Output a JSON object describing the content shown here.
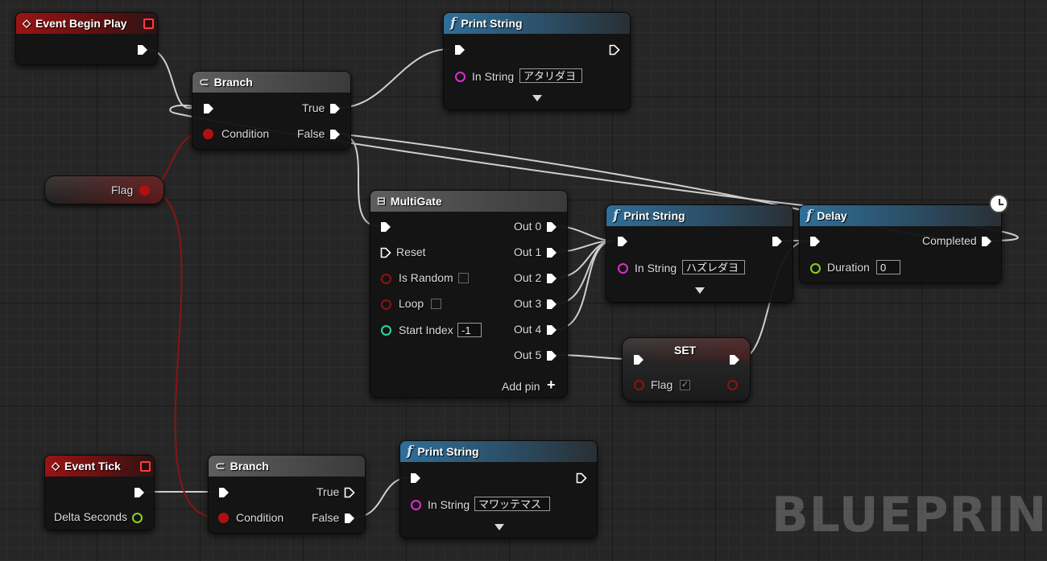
{
  "nodes": {
    "event_begin_play": {
      "title": "Event Begin Play"
    },
    "branch_top": {
      "title": "Branch",
      "true_label": "True",
      "false_label": "False",
      "condition_label": "Condition"
    },
    "print_string_1": {
      "title": "Print String",
      "in_string_label": "In String",
      "in_string_value": "アタリダヨ"
    },
    "flag_get": {
      "label": "Flag"
    },
    "multigate": {
      "title": "MultiGate",
      "inputs": {
        "reset": "Reset",
        "is_random": "Is Random",
        "loop": "Loop",
        "start_index": "Start Index",
        "start_index_value": "-1"
      },
      "outputs": [
        "Out 0",
        "Out 1",
        "Out 2",
        "Out 3",
        "Out 4",
        "Out 5"
      ],
      "add_pin": "Add pin"
    },
    "print_string_2": {
      "title": "Print String",
      "in_string_label": "In String",
      "in_string_value": "ハズレダヨ"
    },
    "delay": {
      "title": "Delay",
      "completed_label": "Completed",
      "duration_label": "Duration",
      "duration_value": "0"
    },
    "set_flag": {
      "title": "SET",
      "flag_label": "Flag",
      "flag_checked": "✓"
    },
    "event_tick": {
      "title": "Event Tick",
      "delta_label": "Delta Seconds"
    },
    "branch_bottom": {
      "title": "Branch",
      "true_label": "True",
      "false_label": "False",
      "condition_label": "Condition"
    },
    "print_string_3": {
      "title": "Print String",
      "in_string_label": "In String",
      "in_string_value": "マワッテマス"
    }
  },
  "watermark": "BLUEPRINT",
  "colors": {
    "event_header": "#9b1414",
    "function_header": "#2f6f99",
    "macro_header": "#5e5e5e",
    "bool_pin": "#b01010",
    "string_pin": "#e12bd0",
    "float_pin": "#8ad11f",
    "int_pin": "#2ad6a6",
    "exec_wire": "#d0d0d0",
    "bool_wire": "#8a1414"
  }
}
